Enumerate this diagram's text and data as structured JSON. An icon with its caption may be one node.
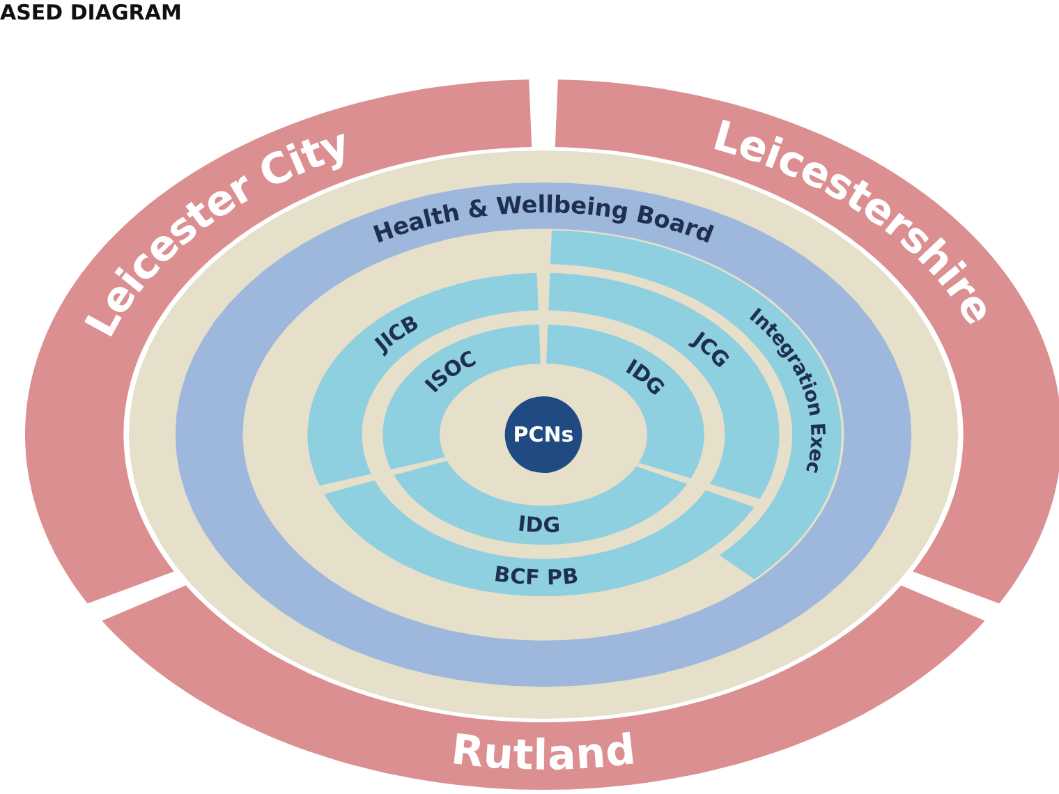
{
  "diagram": {
    "title": "ASED DIAGRAM",
    "nodes": [
      {
        "text": [
          "Leicester City"
        ]
      },
      {
        "text": [
          "Leicestershire"
        ]
      },
      {
        "text": [
          "Rutland"
        ]
      },
      {
        "text": [
          "Health & Wellbeing Board"
        ]
      },
      {
        "text": [
          "Integration Exec"
        ]
      },
      {
        "text": [
          "JICB"
        ]
      },
      {
        "text": [
          "JCG"
        ]
      },
      {
        "text": [
          "BCF PB"
        ]
      },
      {
        "text": [
          "ISOC"
        ]
      },
      {
        "text": [
          "IDG"
        ]
      },
      {
        "text": [
          "IDG"
        ]
      },
      {
        "text": [
          "PCNs"
        ]
      }
    ],
    "edges": []
  }
}
